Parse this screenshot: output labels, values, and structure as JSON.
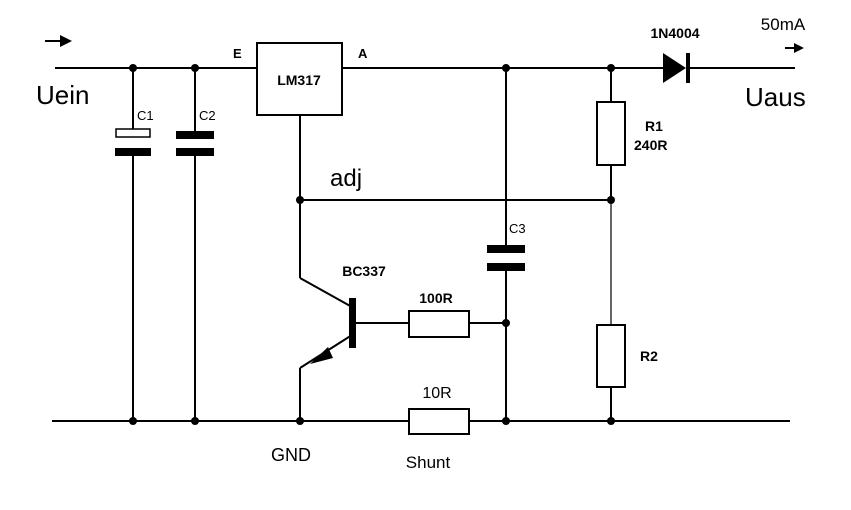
{
  "input_label": "Uein",
  "output_label": "Uaus",
  "output_current": "50mA",
  "regulator": {
    "name": "LM317",
    "pin_in": "E",
    "pin_out": "A"
  },
  "adj_label": "adj",
  "diode": "1N4004",
  "transistor": "BC337",
  "capacitors": {
    "c1": "C1",
    "c2": "C2",
    "c3": "C3"
  },
  "resistors": {
    "r1_name": "R1",
    "r1_value": "240R",
    "r2_name": "R2",
    "base_resistor": "100R",
    "shunt_value": "10R",
    "shunt_label": "Shunt"
  },
  "ground_label": "GND"
}
